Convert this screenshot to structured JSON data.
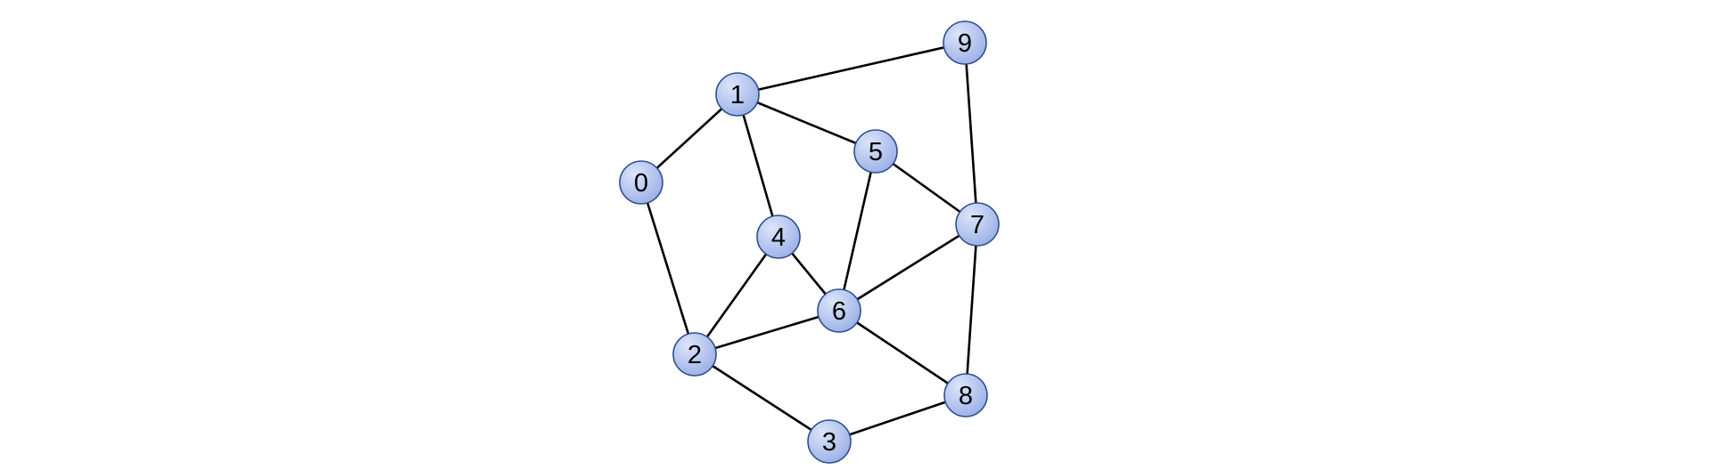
{
  "graph": {
    "nodes": [
      {
        "id": "0",
        "label": "0"
      },
      {
        "id": "1",
        "label": "1"
      },
      {
        "id": "2",
        "label": "2"
      },
      {
        "id": "3",
        "label": "3"
      },
      {
        "id": "4",
        "label": "4"
      },
      {
        "id": "5",
        "label": "5"
      },
      {
        "id": "6",
        "label": "6"
      },
      {
        "id": "7",
        "label": "7"
      },
      {
        "id": "8",
        "label": "8"
      },
      {
        "id": "9",
        "label": "9"
      }
    ],
    "edges": [
      [
        "1",
        "9"
      ],
      [
        "0",
        "1"
      ],
      [
        "1",
        "5"
      ],
      [
        "1",
        "4"
      ],
      [
        "0",
        "2"
      ],
      [
        "2",
        "4"
      ],
      [
        "4",
        "6"
      ],
      [
        "2",
        "6"
      ],
      [
        "2",
        "3"
      ],
      [
        "5",
        "6"
      ],
      [
        "5",
        "7"
      ],
      [
        "6",
        "7"
      ],
      [
        "6",
        "8"
      ],
      [
        "3",
        "8"
      ],
      [
        "7",
        "8"
      ],
      [
        "7",
        "9"
      ]
    ]
  },
  "colors": {
    "node_fill_light": "#dce5fa",
    "node_fill_dark": "#9bb0e6",
    "node_stroke": "#2f4f8f",
    "edge": "#000000"
  }
}
